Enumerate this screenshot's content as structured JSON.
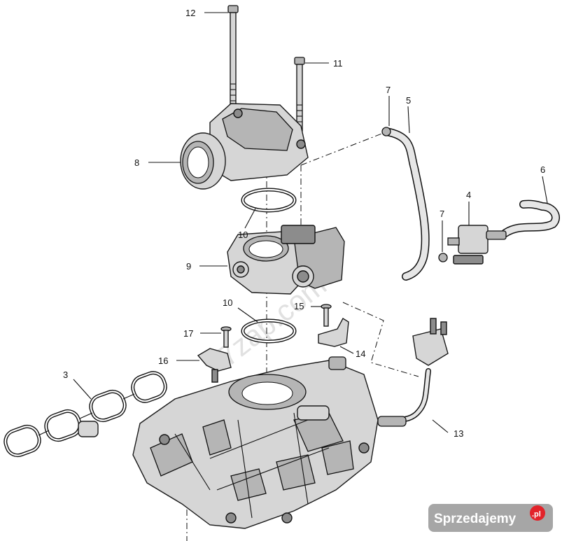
{
  "watermark": "7zap.com",
  "brand": {
    "text": "Sprzedajemy",
    "suffix": ".pl",
    "accent": "#e2232a"
  },
  "callouts": [
    {
      "id": "c1",
      "label": "12"
    },
    {
      "id": "c2",
      "label": "11"
    },
    {
      "id": "c3",
      "label": "7"
    },
    {
      "id": "c4",
      "label": "5"
    },
    {
      "id": "c5",
      "label": "6"
    },
    {
      "id": "c6",
      "label": "8"
    },
    {
      "id": "c7",
      "label": "4"
    },
    {
      "id": "c8",
      "label": "7"
    },
    {
      "id": "c9",
      "label": "10"
    },
    {
      "id": "c10",
      "label": "9"
    },
    {
      "id": "c11",
      "label": "10"
    },
    {
      "id": "c12",
      "label": "15"
    },
    {
      "id": "c13",
      "label": "17"
    },
    {
      "id": "c14",
      "label": "14"
    },
    {
      "id": "c15",
      "label": "16"
    },
    {
      "id": "c16",
      "label": "3"
    },
    {
      "id": "c17",
      "label": "13"
    }
  ]
}
